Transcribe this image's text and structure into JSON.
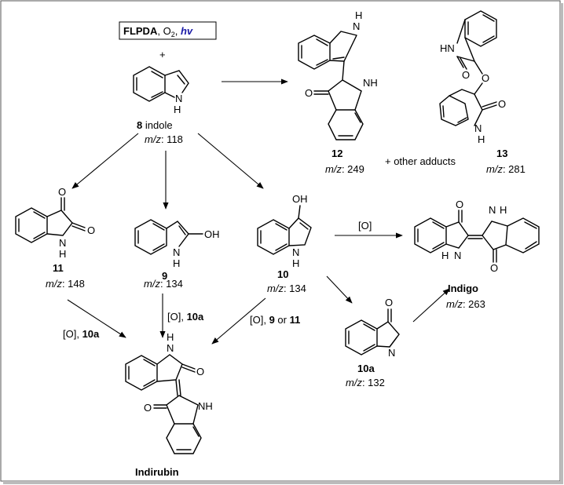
{
  "reagent": {
    "name": "FLPDA",
    "o2": "O",
    "o2_sub": "2",
    "light": "hv",
    "plus": "+"
  },
  "compounds": {
    "c8": {
      "number": "8",
      "name": "indole",
      "mz_label": "m/z",
      "mz_value": ": 118",
      "nh": "N",
      "h": "H"
    },
    "c12": {
      "number": "12",
      "mz_label": "m/z",
      "mz_value": ": 249",
      "o": "O",
      "nh_top": "H",
      "n_top": "N",
      "nh_right": "NH"
    },
    "c13": {
      "number": "13",
      "mz_label": "m/z",
      "mz_value": ": 281",
      "hn": "HN",
      "o1": "O",
      "o2": "O",
      "o3": "O",
      "n": "N",
      "h": "H"
    },
    "c11": {
      "number": "11",
      "mz_label": "m/z",
      "mz_value": ": 148",
      "o1": "O",
      "o2": "O",
      "n": "N",
      "h": "H"
    },
    "c9": {
      "number": "9",
      "mz_label": "m/z",
      "mz_value": ": 134",
      "oh": "OH",
      "n": "N",
      "h": "H"
    },
    "c10": {
      "number": "10",
      "mz_label": "m/z",
      "mz_value": ": 134",
      "oh": "OH",
      "n": "N",
      "h": "H"
    },
    "c10a": {
      "number": "10a",
      "mz_label": "m/z",
      "mz_value": ": 132",
      "o": "O",
      "n": "N"
    },
    "indigo": {
      "name": "Indigo",
      "mz_label": "m/z",
      "mz_value": ": 263",
      "o1": "O",
      "o2": "O",
      "n1": "N",
      "h1": "H",
      "n2": "N",
      "h2": "H"
    },
    "indirubin": {
      "name": "Indirubin",
      "o1": "O",
      "o2": "O",
      "n1": "N",
      "h1": "H",
      "nh2": "NH"
    }
  },
  "other_adducts": "+ other adducts",
  "conditions": {
    "to_indigo": "[O]",
    "from11_pre": "[O], ",
    "from11_bold": "10a",
    "from9_pre": "[O], ",
    "from9_bold": "10a",
    "from10_pre": "[O], ",
    "from10_b1": "9",
    "from10_mid": " or ",
    "from10_b2": "11"
  }
}
